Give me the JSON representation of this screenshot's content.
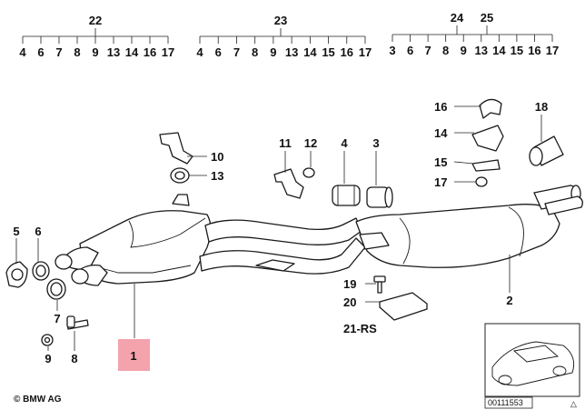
{
  "groups": [
    {
      "ref": "22",
      "items": [
        "4",
        "6",
        "7",
        "8",
        "9",
        "13",
        "14",
        "16",
        "17"
      ]
    },
    {
      "ref": "23",
      "items": [
        "4",
        "6",
        "7",
        "8",
        "9",
        "13",
        "14",
        "15",
        "16",
        "17"
      ]
    },
    {
      "ref": "24",
      "ref2": "25",
      "items": [
        "3",
        "6",
        "7",
        "8",
        "9",
        "13",
        "14",
        "15",
        "16",
        "17"
      ]
    }
  ],
  "callouts": {
    "p1": "1",
    "p2": "2",
    "p3": "3",
    "p4": "4",
    "p5": "5",
    "p6": "6",
    "p7": "7",
    "p8": "8",
    "p9": "9",
    "p10": "10",
    "p11": "11",
    "p12": "12",
    "p13": "13",
    "p14": "14",
    "p15": "15",
    "p16": "16",
    "p17": "17",
    "p18": "18",
    "p19": "19",
    "p20": "20",
    "p21": "21-RS"
  },
  "highlight_color": "#f4a3ad",
  "copyright": "© BMW AG",
  "diagram_id": "00111553",
  "corner_mark": "△"
}
